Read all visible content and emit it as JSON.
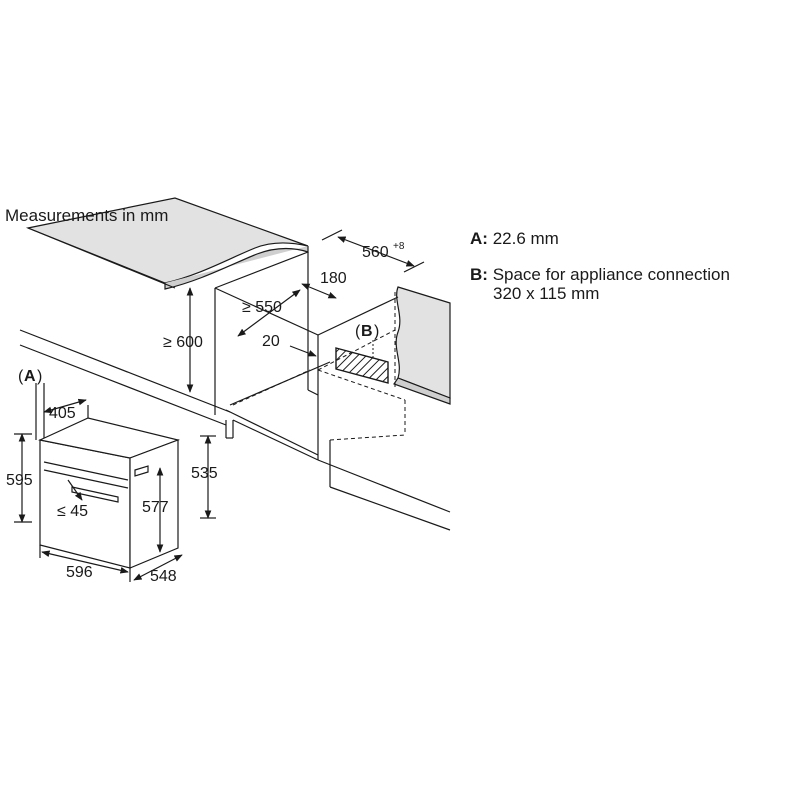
{
  "title": "Measurements in mm",
  "dimensions": {
    "w596": "596",
    "d548": "548",
    "h595": "595",
    "h577": "577",
    "h535": "535",
    "d405": "405",
    "le45": "≤ 45",
    "ge600": "≥ 600",
    "ge550": "≥ 550",
    "d180": "180",
    "d20": "20",
    "w560": "560",
    "w560_sup": "+8"
  },
  "markers": {
    "a": "A",
    "b": "B"
  },
  "legend": {
    "a_key": "A:",
    "a_text": "22.6 mm",
    "b_key": "B:",
    "b_line1": "Space for appliance connection",
    "b_line2": "320 x 115 mm"
  }
}
